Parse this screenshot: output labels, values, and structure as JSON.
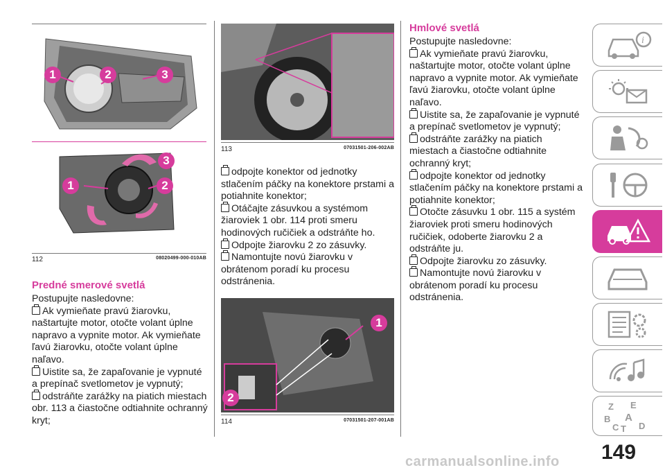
{
  "figures": [
    {
      "number": "112",
      "code": "08020499-000-010AB"
    },
    {
      "number": "113",
      "code": "07031501-206-002AB"
    },
    {
      "number": "114",
      "code": "07031501-207-001AB"
    }
  ],
  "callouts": {
    "fig112_top": [
      "1",
      "2",
      "3"
    ],
    "fig112_bottom": [
      "3",
      "1",
      "2"
    ],
    "fig114": [
      "1",
      "2"
    ]
  },
  "front_lights": {
    "heading": "Predné smerové svetlá",
    "intro": "Postupujte nasledovne:",
    "steps": [
      "Ak vymieňate pravú žiarovku, naštartujte motor, otočte volant úplne napravo a vypnite motor. Ak vymieňate ľavú žiarovku, otočte volant úplne naľavo.",
      "Uistite sa, že zapaľovanie je vypnuté a prepínač svetlometov je vypnutý;",
      "odstráňte zarážky na piatich miestach obr. 113 a čiastočne odtiahnite ochranný kryt;"
    ]
  },
  "middle_steps": [
    "odpojte konektor od jednotky stlačením páčky na konektore prstami a potiahnite konektor;",
    "Otáčajte zásuvkou a systémom žiaroviek 1 obr. 114 proti smeru hodinových ručičiek a odstráňte ho.",
    "Odpojte žiarovku 2 zo zásuvky.",
    "Namontujte novú žiarovku v obrátenom poradí ku procesu odstránenia."
  ],
  "fog_lights": {
    "heading": "Hmlové svetlá",
    "intro": "Postupujte nasledovne:",
    "steps": [
      "Ak vymieňate pravú žiarovku, naštartujte motor, otočte volant úplne napravo a vypnite motor. Ak vymieňate ľavú žiarovku, otočte volant úplne naľavo.",
      "Uistite sa, že zapaľovanie je vypnuté a prepínač svetlometov je vypnutý;",
      "odstráňte zarážky na piatich miestach a čiastočne odtiahnite ochranný kryt;",
      "odpojte konektor od jednotky stlačením páčky na konektore prstami a potiahnite konektor;",
      "Otočte zásuvku 1 obr. 115 a systém žiaroviek proti smeru hodinových ručičiek, odoberte žiarovku 2 a odstráňte ju.",
      "Odpojte žiarovku zo zásuvky.",
      "Namontujte novú žiarovku v obrátenom poradí ku procesu odstránenia."
    ]
  },
  "side_tabs": [
    {
      "icon": "car-info-icon",
      "active": false
    },
    {
      "icon": "dashboard-lights-icon",
      "active": false
    },
    {
      "icon": "safety-airbag-icon",
      "active": false
    },
    {
      "icon": "key-steering-wheel-icon",
      "active": false
    },
    {
      "icon": "emergency-car-icon",
      "active": true
    },
    {
      "icon": "car-maintenance-icon",
      "active": false
    },
    {
      "icon": "technical-data-icon",
      "active": false
    },
    {
      "icon": "multimedia-icon",
      "active": false
    },
    {
      "icon": "index-letters-icon",
      "active": false
    }
  ],
  "index_letters": [
    "Z",
    "E",
    "A",
    "B",
    "C",
    "T",
    "D"
  ],
  "page_number": "149",
  "footer": "carmanualsonline.info",
  "colors": {
    "accent": "#d63c9c",
    "rule": "#777777"
  }
}
